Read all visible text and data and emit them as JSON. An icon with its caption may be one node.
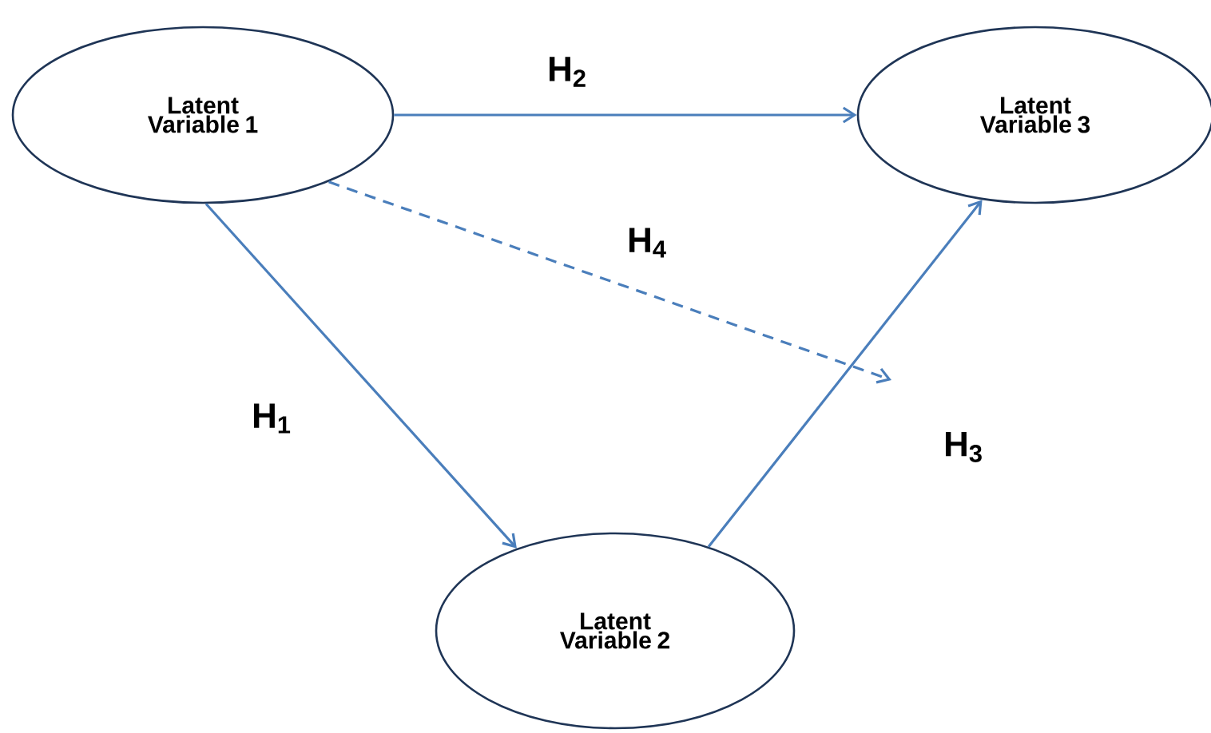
{
  "diagram": {
    "nodes": [
      {
        "text": [
          "Latent Variable 1"
        ]
      },
      {
        "text": [
          "Latent Variable 2"
        ]
      },
      {
        "text": [
          "Latent Variable 3"
        ]
      }
    ],
    "edges": [
      {
        "from": 0,
        "to": 1,
        "arrow": "to",
        "label": "H$_{1}$"
      },
      {
        "from": 0,
        "to": 2,
        "arrow": "to",
        "label": "H$_{2}$"
      },
      {
        "from": 1,
        "to": 2,
        "arrow": "to",
        "label": "H$_{3}$"
      },
      {
        "from": 0,
        "to": null,
        "arrow": "to",
        "label": "H$_{4}$",
        "style": "dashed"
      }
    ]
  }
}
